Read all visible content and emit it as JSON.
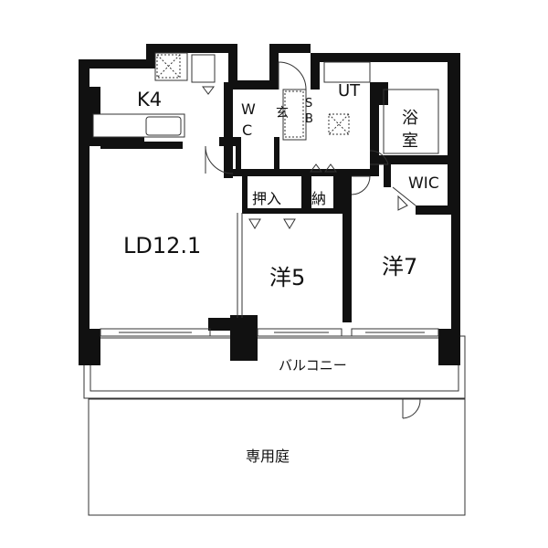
{
  "rooms": {
    "kitchen": "K4",
    "living": "LD12.1",
    "wc_top": "W",
    "wc_bottom": "C",
    "entrance": "玄",
    "shoebox_top": "S",
    "shoebox_bottom": "B",
    "utility": "UT",
    "bath_top": "浴",
    "bath_bottom": "室",
    "wic": "WIC",
    "closet": "押入",
    "storage": "納",
    "bedroom_small": "洋5",
    "bedroom_large": "洋7",
    "balcony": "バルコニー",
    "garden": "専用庭"
  }
}
